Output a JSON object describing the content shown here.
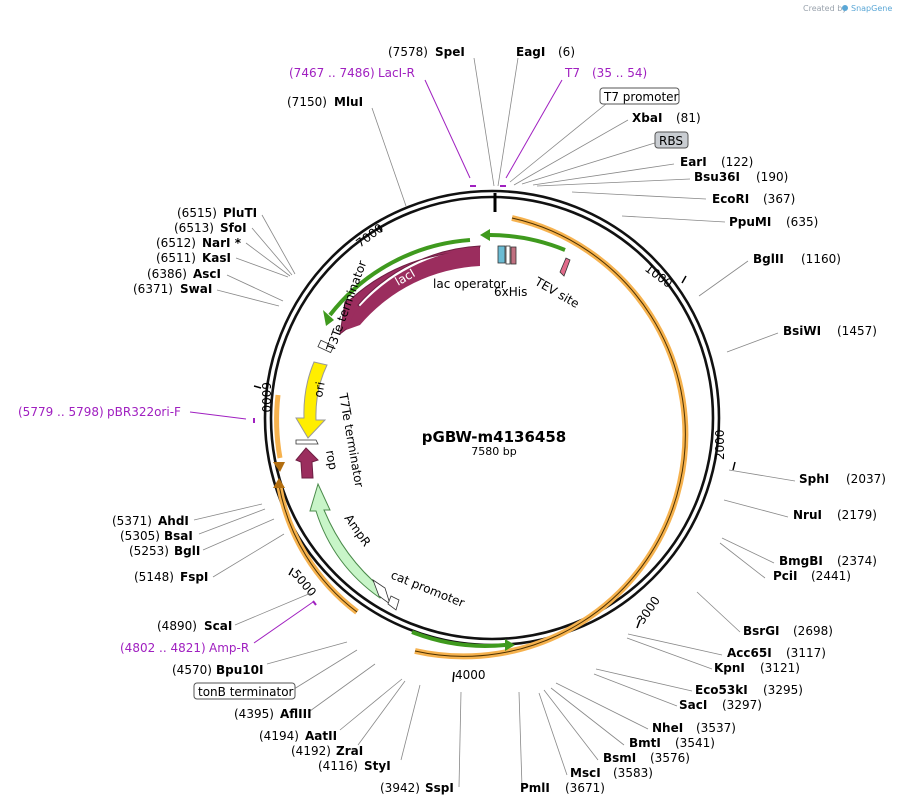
{
  "watermark": {
    "prefix": "Created by",
    "brand": "SnapGene"
  },
  "plasmid": {
    "name": "pGBW-m4136458",
    "length_label": "7580 bp"
  },
  "ticks": [
    "1000",
    "2000",
    "3000",
    "4000",
    "5000",
    "6000",
    "7000"
  ],
  "restriction_sites": [
    {
      "name": "SpeI",
      "pos": "(7578)"
    },
    {
      "name": "EagI",
      "pos": "(6)"
    },
    {
      "name": "MluI",
      "pos": "(7150)"
    },
    {
      "name": "XbaI",
      "pos": "(81)"
    },
    {
      "name": "EarI",
      "pos": "(122)"
    },
    {
      "name": "Bsu36I",
      "pos": "(190)"
    },
    {
      "name": "EcoRI",
      "pos": "(367)"
    },
    {
      "name": "PpuMI",
      "pos": "(635)"
    },
    {
      "name": "BglII",
      "pos": "(1160)"
    },
    {
      "name": "BsiWI",
      "pos": "(1457)"
    },
    {
      "name": "SphI",
      "pos": "(2037)"
    },
    {
      "name": "NruI",
      "pos": "(2179)"
    },
    {
      "name": "BmgBI",
      "pos": "(2374)"
    },
    {
      "name": "PciI",
      "pos": "(2441)"
    },
    {
      "name": "BsrGI",
      "pos": "(2698)"
    },
    {
      "name": "Acc65I",
      "pos": "(3117)"
    },
    {
      "name": "KpnI",
      "pos": "(3121)"
    },
    {
      "name": "Eco53kI",
      "pos": "(3295)"
    },
    {
      "name": "SacI",
      "pos": "(3297)"
    },
    {
      "name": "NheI",
      "pos": "(3537)"
    },
    {
      "name": "BmtI",
      "pos": "(3541)"
    },
    {
      "name": "BsmI",
      "pos": "(3576)"
    },
    {
      "name": "MscI",
      "pos": "(3583)"
    },
    {
      "name": "PmlI",
      "pos": "(3671)"
    },
    {
      "name": "SspI",
      "pos": "(3942)"
    },
    {
      "name": "StyI",
      "pos": "(4116)"
    },
    {
      "name": "ZraI",
      "pos": "(4192)"
    },
    {
      "name": "AatII",
      "pos": "(4194)"
    },
    {
      "name": "AflIII",
      "pos": "(4395)"
    },
    {
      "name": "Bpu10I",
      "pos": "(4570)"
    },
    {
      "name": "ScaI",
      "pos": "(4890)"
    },
    {
      "name": "FspI",
      "pos": "(5148)"
    },
    {
      "name": "BglI",
      "pos": "(5253)"
    },
    {
      "name": "BsaI",
      "pos": "(5305)"
    },
    {
      "name": "AhdI",
      "pos": "(5371)"
    },
    {
      "name": "SwaI",
      "pos": "(6371)"
    },
    {
      "name": "AscI",
      "pos": "(6386)"
    },
    {
      "name": "KasI",
      "pos": "(6511)"
    },
    {
      "name": "NarI *",
      "pos": "(6512)"
    },
    {
      "name": "SfoI",
      "pos": "(6513)"
    },
    {
      "name": "PluTI",
      "pos": "(6515)"
    }
  ],
  "primers": [
    {
      "name": "LacI-R",
      "range": "(7467 .. 7486)"
    },
    {
      "name": "T7",
      "range": "(35 .. 54)"
    },
    {
      "name": "pBR322ori-F",
      "range": "(5779 .. 5798)"
    },
    {
      "name": "Amp-R",
      "range": "(4802 .. 4821)"
    }
  ],
  "boxed_features": [
    "T7 promoter",
    "RBS",
    "tonB terminator"
  ],
  "features": {
    "laci": "lacI",
    "lac_operator": "lac operator",
    "his": "6xHis",
    "tev": "TEV site",
    "t3te": "T3Te terminator",
    "ori": "ori",
    "t7te": "T7Te terminator",
    "rop": "rop",
    "ampr": "AmpR",
    "cat": "cat promoter"
  },
  "colors": {
    "laci": "#9b2d5e",
    "ori": "#ffee00",
    "ampr": "#c8f5c8",
    "orf_outline": "#f6b24e",
    "orf_arrow": "#3f9a1e",
    "primer": "#a020c0",
    "rbs_box": "#c9cdd2"
  }
}
